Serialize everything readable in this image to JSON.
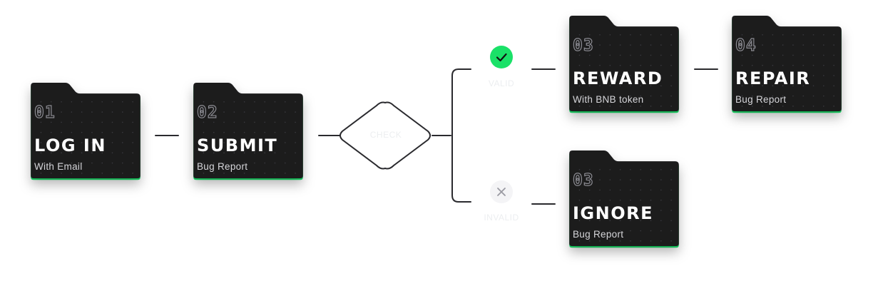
{
  "colors": {
    "card_bg": "#1a1a1e",
    "card_accent": "#1ce36c",
    "line": "#2a2a2e",
    "check_green": "#1ae168"
  },
  "steps": [
    {
      "number": "01",
      "title": "LOG IN",
      "subtitle": "With Email"
    },
    {
      "number": "02",
      "title": "SUBMIT",
      "subtitle": "Bug Report"
    },
    {
      "number": "03",
      "title": "REWARD",
      "subtitle": "With BNB token"
    },
    {
      "number": "04",
      "title": "REPAIR",
      "subtitle": "Bug Report"
    },
    {
      "number": "03",
      "title": "IGNORE",
      "subtitle": "Bug Report"
    }
  ],
  "decision": {
    "label": "CHECK"
  },
  "branches": {
    "valid": {
      "label": "VALID",
      "icon": "check-icon"
    },
    "invalid": {
      "label": "INVALID",
      "icon": "close-icon"
    }
  }
}
